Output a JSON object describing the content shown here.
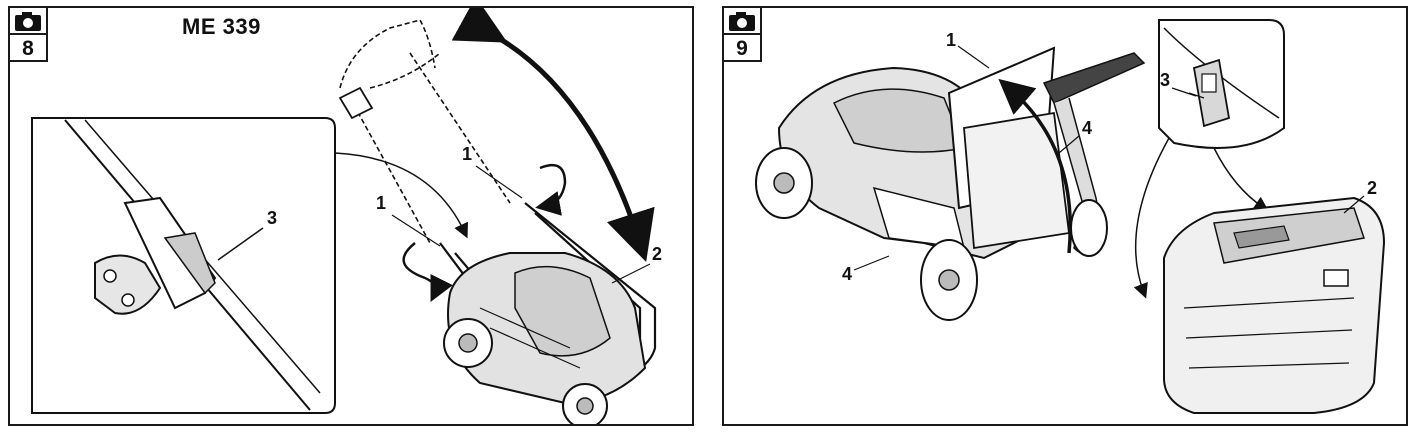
{
  "panels": [
    {
      "number": "8",
      "model": "ME 339",
      "icon": "camera-icon",
      "callouts": {
        "a": "1",
        "b": "1",
        "c": "2",
        "d": "3"
      }
    },
    {
      "number": "9",
      "icon": "camera-icon",
      "callouts": {
        "a": "1",
        "b": "3",
        "c": "4",
        "d": "4",
        "e": "2"
      }
    }
  ]
}
